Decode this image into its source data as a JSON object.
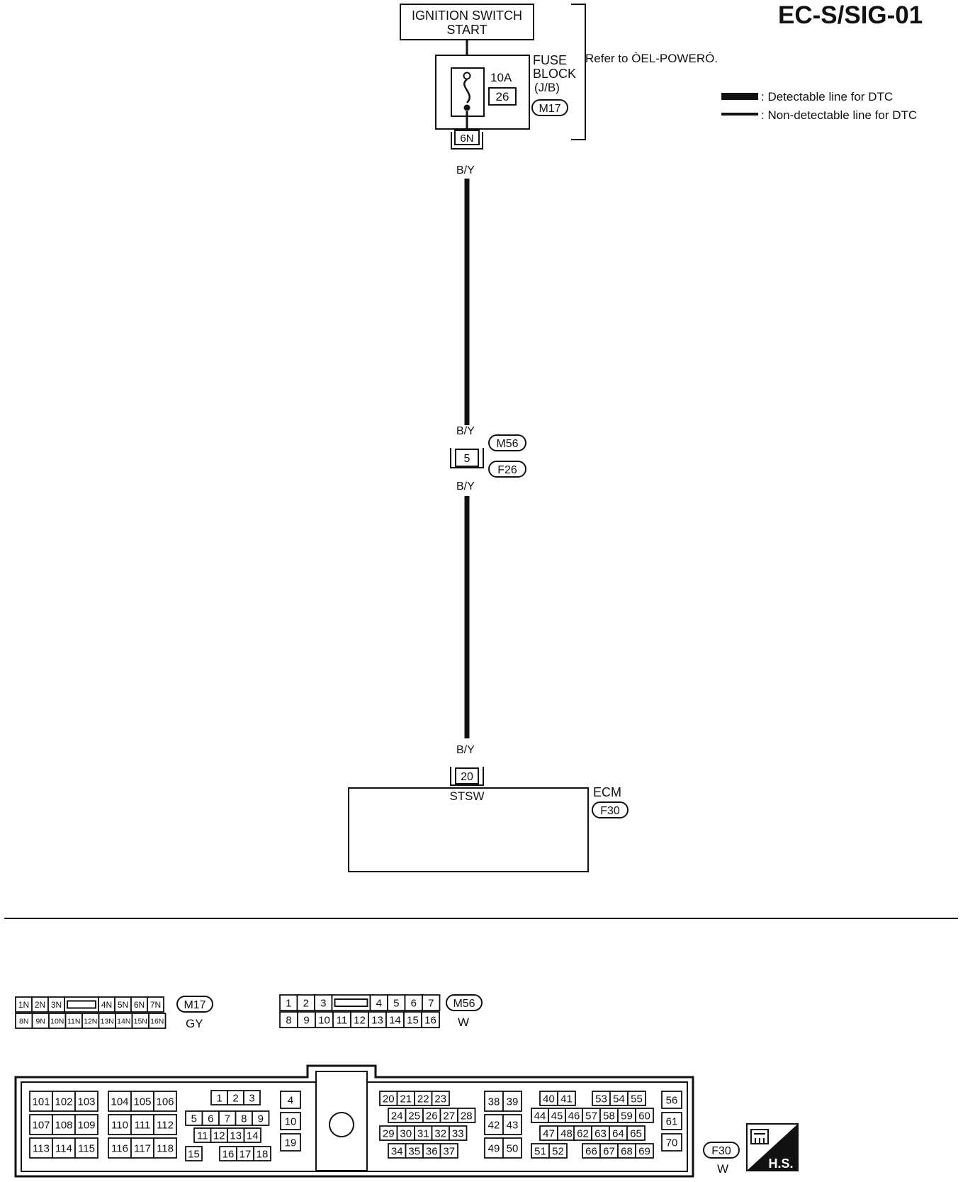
{
  "page_code": "EC-S/SIG-01",
  "ignition_switch": {
    "line1": "IGNITION SWITCH",
    "line2": "START"
  },
  "fuse_block": {
    "label_line1": "FUSE",
    "label_line2": "BLOCK",
    "label_line3": "(J/B)",
    "amperage": "10A",
    "fuse_number": "26",
    "connector_id": "M17",
    "terminal": "6N"
  },
  "refer_text": "Refer to ÒEL-POWERÓ.",
  "legend": {
    "detectable": ": Detectable line for DTC",
    "non_detectable": ": Non-detectable line for DTC"
  },
  "wire": {
    "color_1": "B/Y",
    "color_2": "B/Y",
    "color_3": "B/Y",
    "color_4": "B/Y"
  },
  "joint_connector": {
    "terminal": "5",
    "connector_top": "M56",
    "connector_bottom": "F26"
  },
  "ecm": {
    "label": "ECM",
    "connector_id": "F30",
    "terminal": "20",
    "terminal_name": "STSW"
  },
  "connectors": {
    "m17": {
      "id": "M17",
      "color": "GY",
      "row1": [
        "1N",
        "2N",
        "3N",
        "",
        "4N",
        "5N",
        "6N",
        "7N"
      ],
      "row2": [
        "8N",
        "9N",
        "10N",
        "11N",
        "12N",
        "13N",
        "14N",
        "15N",
        "16N"
      ]
    },
    "m56": {
      "id": "M56",
      "color": "W",
      "row1": [
        "1",
        "2",
        "3",
        "",
        "4",
        "5",
        "6",
        "7"
      ],
      "row2": [
        "8",
        "9",
        "10",
        "11",
        "12",
        "13",
        "14",
        "15",
        "16"
      ]
    },
    "f30": {
      "id": "F30",
      "color": "W",
      "block1": [
        [
          "101",
          "102",
          "103"
        ],
        [
          "107",
          "108",
          "109"
        ],
        [
          "113",
          "114",
          "115"
        ]
      ],
      "block2": [
        [
          "104",
          "105",
          "106"
        ],
        [
          "110",
          "111",
          "112"
        ],
        [
          "116",
          "117",
          "118"
        ]
      ],
      "block3_row1": [
        "1",
        "2",
        "3"
      ],
      "block3_row2": [
        "5",
        "6",
        "7",
        "8",
        "9"
      ],
      "block3_row3": [
        "11",
        "12",
        "13",
        "14"
      ],
      "block3_row4_left": [
        "15"
      ],
      "block3_row4_right": [
        "16",
        "17",
        "18"
      ],
      "block4": [
        "4",
        "10",
        "19"
      ],
      "block5_row1": [
        "20",
        "21",
        "22",
        "23"
      ],
      "block5_row2": [
        "24",
        "25",
        "26",
        "27",
        "28"
      ],
      "block5_row3": [
        "29",
        "30",
        "31",
        "32",
        "33"
      ],
      "block5_row4": [
        "34",
        "35",
        "36",
        "37"
      ],
      "block6": [
        [
          "38",
          "39"
        ],
        [
          "42",
          "43"
        ],
        [
          "49",
          "50"
        ]
      ],
      "block7_row1": [
        "40",
        "41"
      ],
      "block7_row2": [
        "44",
        "45",
        "46"
      ],
      "block7_row3": [
        "47",
        "48"
      ],
      "block7_row4": [
        "51",
        "52"
      ],
      "block8_row1": [
        "53",
        "54",
        "55"
      ],
      "block8_row2": [
        "57",
        "58",
        "59",
        "60"
      ],
      "block8_row3": [
        "62",
        "63",
        "64",
        "65"
      ],
      "block8_row4": [
        "66",
        "67",
        "68",
        "69"
      ],
      "block9": [
        "56",
        "61",
        "70"
      ]
    }
  },
  "hs_badge": "H.S."
}
